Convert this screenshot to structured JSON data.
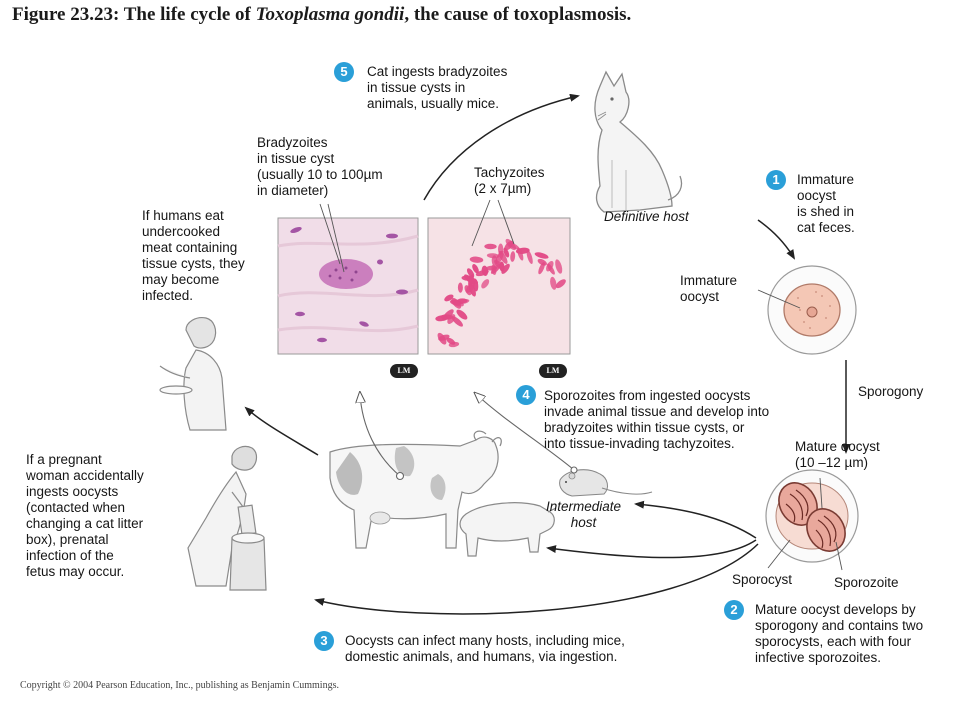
{
  "title": {
    "prefix": "Figure 23.23:  The life cycle of ",
    "organism": "Toxoplasma gondii",
    "suffix": ", the cause of toxoplasmosis."
  },
  "steps": [
    {
      "num": "1",
      "lines": [
        "Immature",
        "oocyst",
        "is shed in",
        "cat feces."
      ]
    },
    {
      "num": "2",
      "lines": [
        "Mature oocyst develops by",
        "sporogony and contains two",
        "sporocysts, each with four",
        "infective sporozoites."
      ]
    },
    {
      "num": "3",
      "lines": [
        "Oocysts can infect many hosts, including mice,",
        "domestic animals, and humans, via ingestion."
      ]
    },
    {
      "num": "4",
      "lines": [
        "Sporozoites from ingested oocysts",
        "invade animal tissue and develop into",
        "bradyzoites within tissue cysts, or",
        "into tissue-invading tachyzoites."
      ]
    },
    {
      "num": "5",
      "lines": [
        "Cat ingests bradyzoites",
        "in tissue cysts in",
        "animals, usually mice."
      ]
    }
  ],
  "labels": {
    "definitive_host": "Definitive host",
    "intermediate_host": [
      "Intermediate",
      "host"
    ],
    "immature_oocyst": [
      "Immature",
      "oocyst"
    ],
    "sporogony": "Sporogony",
    "mature_oocyst": [
      "Mature oocyst",
      "(10 –12 µm)"
    ],
    "sporocyst": "Sporocyst",
    "sporozoite": "Sporozoite",
    "bradyzoites": [
      "Bradyzoites",
      "in tissue cyst",
      "(usually 10 to 100µm",
      "in diameter)"
    ],
    "tachyzoites": [
      "Tachyzoites",
      "(2 x 7µm)"
    ],
    "humans_eat": [
      "If humans eat",
      "undercooked",
      "meat containing",
      "tissue cysts, they",
      "may become",
      "infected."
    ],
    "pregnant": [
      "If a pregnant",
      "woman accidentally",
      "ingests oocysts",
      "(contacted when",
      "changing a cat litter",
      "box), prenatal",
      "infection of the",
      "fetus may occur."
    ],
    "lm": "LM"
  },
  "copyright": "Copyright © 2004 Pearson Education, Inc., publishing as Benjamin Cummings.",
  "colors": {
    "step_badge": "#2a9fd8",
    "stain_pink": "#e24a86",
    "tissue_bg": "#f1dde8",
    "oocyst_fill": "#f4c7b5"
  }
}
